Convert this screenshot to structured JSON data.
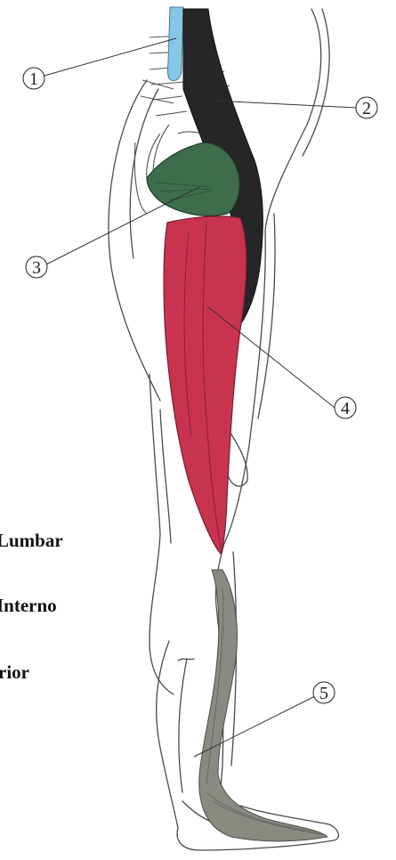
{
  "callouts": [
    {
      "number": "1"
    },
    {
      "number": "2"
    },
    {
      "number": "3"
    },
    {
      "number": "4"
    },
    {
      "number": "5"
    }
  ],
  "legend": {
    "line1": "Lumbar",
    "line2": "Interno",
    "line3": "rior"
  },
  "colors": {
    "spine": "#87c7e6",
    "dark_muscle": "#262626",
    "green_muscle": "#3e6d4c",
    "red_muscle": "#c8344f",
    "gray_tendon": "#8a8a82",
    "outline": "#4a4a4a",
    "background": "#ffffff"
  }
}
